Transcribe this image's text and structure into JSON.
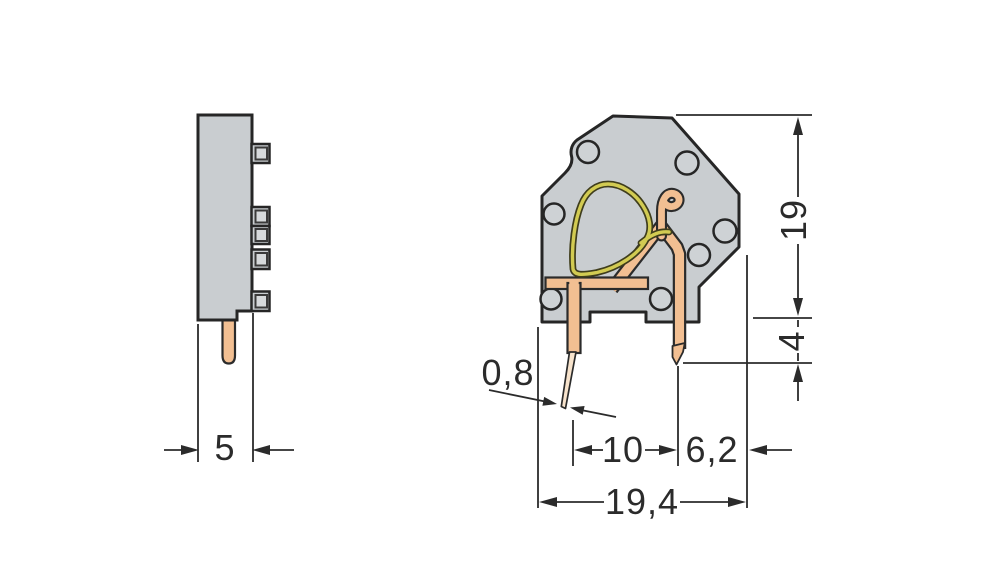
{
  "drawing": {
    "side_view": {
      "width_label": "5"
    },
    "front_view": {
      "height_label": "19",
      "pin_length_label": "4",
      "pin_thickness_label": "0,8",
      "pin_pitch_label": "10",
      "pin_offset_label": "6,2",
      "overall_width_label": "19,4"
    },
    "colors": {
      "background": "#ffffff",
      "housing_gray": "#c9cdd0",
      "outline_black": "#262626",
      "copper": "#f2bf92",
      "copper_tip_light": "#f7e3cc",
      "spring_wire_yellow": "#d2cb52",
      "spring_wire_outline": "#3f3d1c",
      "dimension_lines": "#2b2b2b"
    }
  }
}
